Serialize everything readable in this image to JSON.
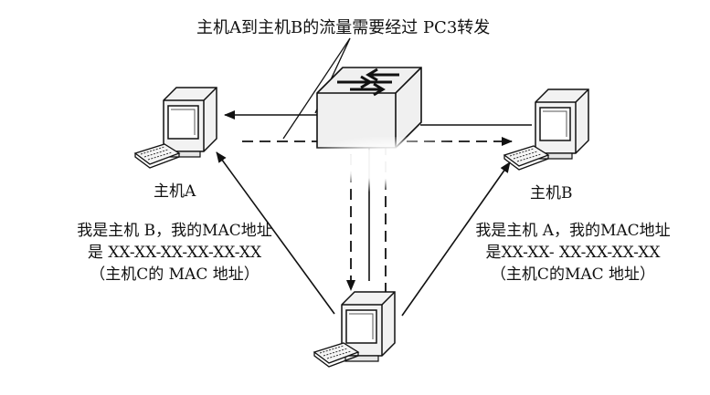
{
  "caption": "主机A到主机B的流量需要经过 PC3转发",
  "host_a_label": "主机A",
  "host_b_label": "主机B",
  "left_message": {
    "line1": "我是主机 B，我的MAC地址",
    "line2": "是 XX-XX-XX-XX-XX-XX",
    "line3": "（主机C的 MAC 地址）"
  },
  "right_message": {
    "line1": "我是主机 A，我的MAC地址",
    "line2": "是XX-XX- XX-XX-XX-XX",
    "line3": "（主机C的MAC 地址）"
  },
  "icons": [
    "switch-icon",
    "computer-icon"
  ]
}
